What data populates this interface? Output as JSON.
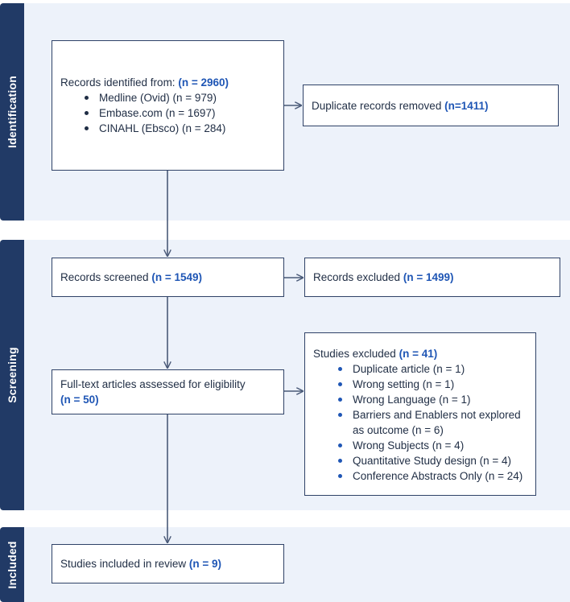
{
  "phases": {
    "identification": "Identification",
    "screening": "Screening",
    "included": "Included"
  },
  "identified": {
    "label": "Records identified from:",
    "count": "(n = 2960)",
    "sources": [
      "Medline (Ovid) (n = 979)",
      "Embase.com (n = 1697)",
      "CINAHL (Ebsco) (n = 284)"
    ]
  },
  "duplicates": {
    "label": "Duplicate records removed",
    "count": "(n=1411)"
  },
  "screened": {
    "label": "Records screened",
    "count": "(n = 1549)"
  },
  "records_excluded": {
    "label": "Records excluded",
    "count": "(n = 1499)"
  },
  "fulltext": {
    "label": "Full-text articles assessed for eligibility",
    "count": "(n = 50)"
  },
  "studies_excluded": {
    "label": "Studies excluded",
    "count": "(n = 41)",
    "reasons": [
      "Duplicate article (n = 1)",
      "Wrong setting (n = 1)",
      "Wrong Language (n = 1)",
      "Barriers and Enablers not explored as outcome (n = 6)",
      "Wrong Subjects (n = 4)",
      "Quantitative Study design (n = 4)",
      "Conference Abstracts Only (n = 24)"
    ]
  },
  "included_studies": {
    "label": "Studies included in review",
    "count": "(n = 9)"
  },
  "colors": {
    "sidebar": "#213a66",
    "band": "#edf2fa",
    "border": "#2f4267",
    "accent": "#1f56b5"
  }
}
